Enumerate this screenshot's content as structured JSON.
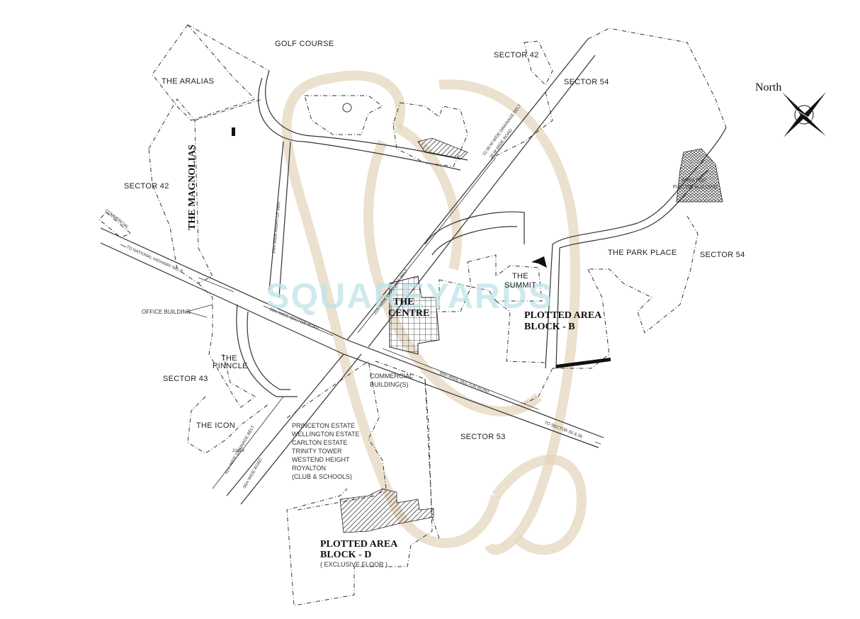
{
  "map": {
    "north_label": "North",
    "brand_watermark": "SQUAREYARDS",
    "areas": {
      "golf_course": "GOLF COURSE",
      "aralias": "THE ARALIAS",
      "magnolias": "THE MAGNOLIAS",
      "sector42_top": "SECTOR 42",
      "sector42_left": "SECTOR 42",
      "sector54_top": "SECTOR 54",
      "sector54_right": "SECTOR 54",
      "sector43": "SECTOR 43",
      "sector53": "SECTOR 53",
      "park_place": "THE PARK PLACE",
      "summit_line1": "THE",
      "summit_line2": "SUMMIT",
      "centre_line1": "THE",
      "centre_line2": "CENTRE",
      "pinnacle_line1": "THE",
      "pinnacle_line2": "PINNCLE",
      "icon": "THE ICON",
      "office_building": "OFFICE BUILDING",
      "commercial_buildings_line1": "COMMERCIAL",
      "commercial_buildings_line2": "BUILDING(S)",
      "commercial_small": "COMMERCIAL",
      "future_building_line1": "AREA FOR",
      "future_building_line2": "FUTURE BUILDING",
      "plotted_b_line1": "PLOTTED AREA",
      "plotted_b_line2": "BLOCK - B",
      "plotted_d_line1": "PLOTTED AREA",
      "plotted_d_line2": "BLOCK - D",
      "plotted_d_line3": "( EXCLUSIVE FLOOR )",
      "estates": [
        "PRINCETON ESTATE",
        "WELLINGTON ESTATE",
        "CARLTON ESTATE",
        "TRINITY TOWER",
        "WESTEND HEIGHT",
        "ROYALTON",
        "(CLUB & SCHOOLS)"
      ]
    },
    "roads": {
      "to_nh8": "TO NATIONAL HIGHWAY NO. 8",
      "to_sector": "TO SECTOR 55 & 56",
      "sector_road_60_left": "60m WIDE SECTOR ROAD",
      "sector_road_60_right": "60m WIDE SECTOR ROAD",
      "drainage_belt_line1": "31.00 M WIDE DRAINAGE BELT",
      "drainage_belt_line2": "30 M WIDE ROAD",
      "right_of_way": "24m WIDE RIGHT OF WAY",
      "mid_road": "31m WIDE DRAINAGE BELT",
      "lower_belt": "31m WIDE DRAINAGE BELT",
      "lower_road": "30m WIDE ROAD",
      "lower_num": "21453"
    }
  }
}
